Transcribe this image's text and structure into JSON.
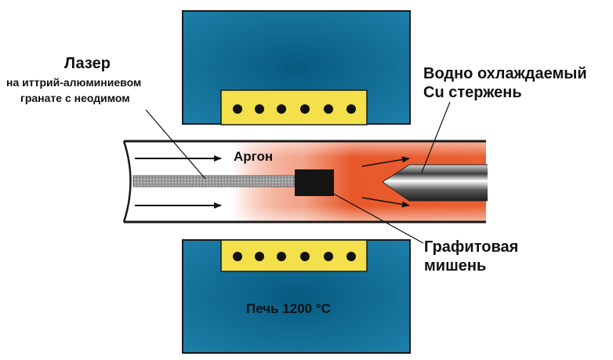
{
  "labels": {
    "laser_title": "Лазер",
    "laser_sub_1": "на иттрий-алюминиевом",
    "laser_sub_2": "гранате с неодимом",
    "rod_1": "Водно охлаждаемый",
    "rod_2": "Cu стержень",
    "gas": "Аргон",
    "target_1": "Графитовая",
    "target_2": "мишень",
    "furnace": "Печь 1200 °C"
  },
  "colors": {
    "furnace_edge": "#1d7fa9",
    "furnace_core": "#075a80",
    "heater_strip": "#f3e04a",
    "heater_dot": "#111111",
    "plasma_hot": "#e8582a",
    "tube_outline": "#1a1a1a",
    "graphite_target": "#151515"
  },
  "icons": {
    "heater_upper": "heater-element-dots",
    "heater_lower": "heater-element-dots",
    "copper_rod": "cone-tipped-rod",
    "gas_flow": "arrow-right"
  }
}
